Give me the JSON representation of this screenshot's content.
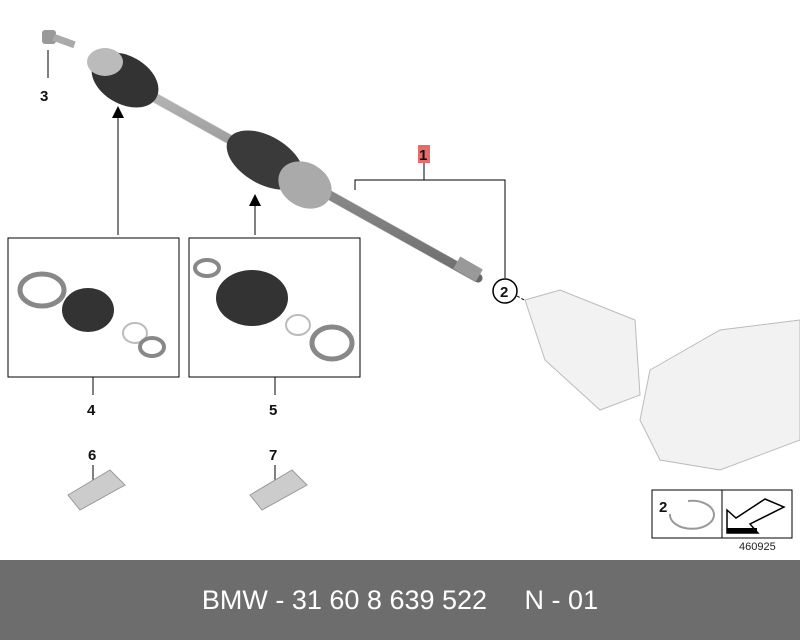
{
  "labels": {
    "p1": "1",
    "p2": "2",
    "p3": "3",
    "p4": "4",
    "p5": "5",
    "p6": "6",
    "p7": "7",
    "legend_num": "2"
  },
  "reference_number": "460925",
  "footer": {
    "text": "BMW - 31 60 8 639 522     N - 01"
  },
  "colors": {
    "highlight": "#e86a6a",
    "footer_bg": "#6d6d6d"
  }
}
